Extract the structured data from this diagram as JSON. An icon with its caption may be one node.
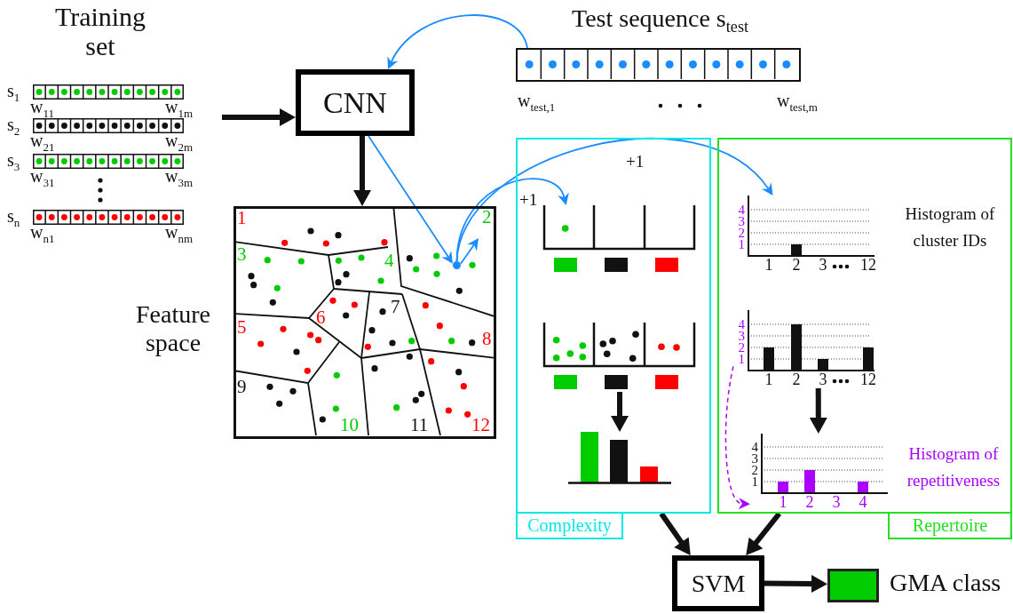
{
  "diagram": {
    "nodes": [
      {
        "text": [
          "Training set",
          "s$_{1}$",
          "w$_{11}$",
          "w$_{1m}$",
          "s$_{2}$",
          "w$_{21}$",
          "w$_{2m}$",
          "s$_{3}$",
          "w$_{31}$",
          "w$_{3m}$",
          "s$_{n}$",
          "w$_{n1}$",
          "w$_{nm}$"
        ]
      },
      {
        "text": [
          "CNN"
        ]
      },
      {
        "text": [
          "Test sequence s$_{test}$",
          "w$_{test,1}$",
          "w$_{test,m}$"
        ]
      },
      {
        "text": [
          "1",
          "2",
          "3",
          "4",
          "5",
          "6",
          "7",
          "8",
          "9",
          "10",
          "11",
          "12"
        ],
        "beside": [
          "Feature space"
        ]
      },
      {
        "text": [],
        "shape": "circle",
        "in": 3
      },
      {
        "text": [
          "Complexity"
        ]
      },
      {
        "text": [],
        "shape": "box",
        "in": 5
      },
      {
        "text": [],
        "shape": "box",
        "in": 5
      },
      {
        "text": [],
        "shape": "picture",
        "in": 5
      },
      {
        "text": [
          "Repertoire"
        ]
      },
      {
        "text": [
          "4",
          "3",
          "2",
          "1",
          "1",
          "2",
          "3",
          "12"
        ],
        "beside": [
          "Histogram of cluster IDs"
        ],
        "in": 9
      },
      {
        "text": [
          "4",
          "3",
          "2",
          "1",
          "1",
          "2",
          "3",
          "12"
        ],
        "in": 9
      },
      {
        "text": [
          "4",
          "3",
          "2",
          "1",
          "1",
          "2",
          "3",
          "4"
        ],
        "beside": [
          "Histogram of repetitiveness"
        ],
        "in": 9
      },
      {
        "text": [
          "SVM"
        ]
      },
      {
        "text": [],
        "shape": "box",
        "beside": [
          "GMA class"
        ]
      }
    ],
    "edges": [
      {
        "from": 0,
        "to": 1,
        "arrow": "to"
      },
      {
        "from": 2,
        "to": 1,
        "arrow": "to",
        "color": "#1a8cff"
      },
      {
        "from": 1,
        "to": 4,
        "arrow": "to",
        "color": "#1a8cff"
      },
      {
        "from": 1,
        "to": 3,
        "arrow": "to"
      },
      {
        "from": 4,
        "to": null,
        "arrow": "to",
        "color": "#1a8cff"
      },
      {
        "from": 4,
        "to": 6,
        "arrow": "to",
        "label": "+1",
        "color": "#1a8cff"
      },
      {
        "from": 4,
        "to": 10,
        "arrow": "to",
        "label": "+1",
        "color": "#1a8cff"
      },
      {
        "from": 7,
        "to": 8,
        "arrow": "to"
      },
      {
        "from": 11,
        "to": 12,
        "arrow": "to"
      },
      {
        "from": 11,
        "to": 12,
        "arrow": "to",
        "style": "dashed",
        "color": "#aa00ff"
      },
      {
        "from": 5,
        "to": 13,
        "arrow": "to"
      },
      {
        "from": 9,
        "to": 13,
        "arrow": "to"
      },
      {
        "from": 13,
        "to": 14,
        "arrow": "to"
      }
    ]
  }
}
